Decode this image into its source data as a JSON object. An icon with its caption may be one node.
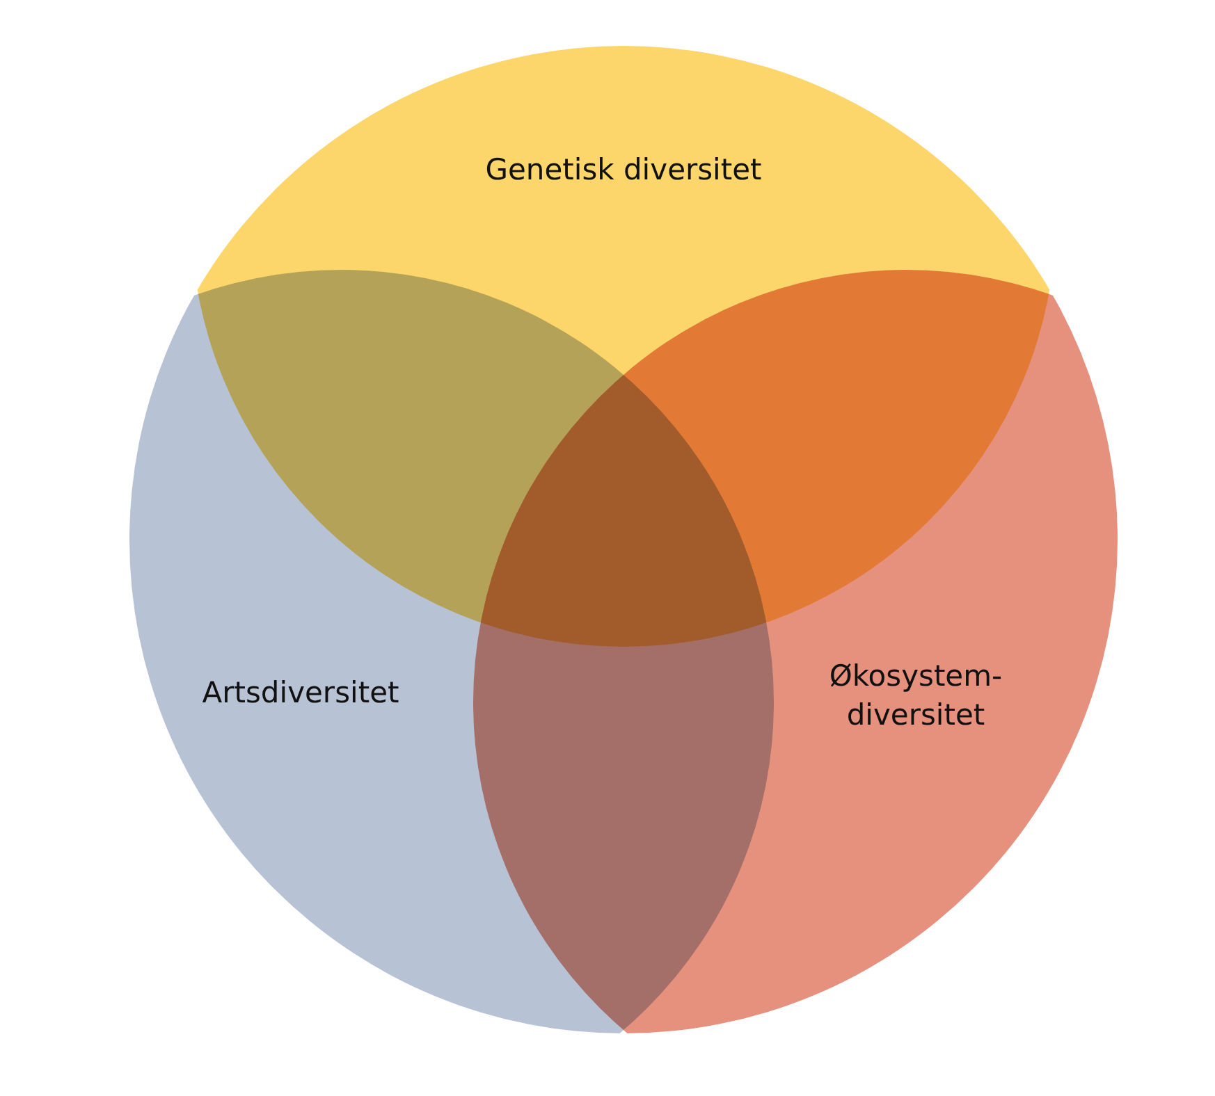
{
  "diagram": {
    "nodes": [
      {
        "text": [
          "Genetisk diversitet"
        ]
      },
      {
        "text": [
          "Artsdiversitet"
        ]
      },
      {
        "text": [
          "Økosystem- diversitet"
        ]
      }
    ]
  }
}
